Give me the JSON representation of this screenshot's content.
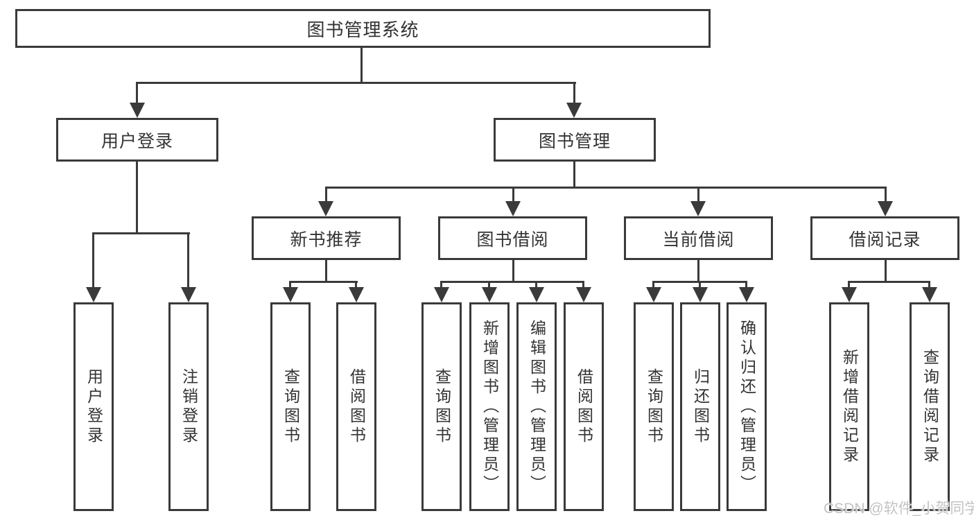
{
  "tree": {
    "root": {
      "label": "图书管理系统",
      "children": [
        {
          "label": "用户登录",
          "children": [
            {
              "label": "用户登录"
            },
            {
              "label": "注销登录"
            }
          ]
        },
        {
          "label": "图书管理",
          "children": [
            {
              "label": "新书推荐",
              "children": [
                {
                  "label": "查询图书"
                },
                {
                  "label": "借阅图书"
                }
              ]
            },
            {
              "label": "图书借阅",
              "children": [
                {
                  "label": "查询图书"
                },
                {
                  "label": "新增图书（管理员）"
                },
                {
                  "label": "编辑图书（管理员）"
                },
                {
                  "label": "借阅图书"
                }
              ]
            },
            {
              "label": "当前借阅",
              "children": [
                {
                  "label": "查询图书"
                },
                {
                  "label": "归还图书"
                },
                {
                  "label": "确认归还（管理员）"
                }
              ]
            },
            {
              "label": "借阅记录",
              "children": [
                {
                  "label": "新增借阅记录"
                },
                {
                  "label": "查询借阅记录"
                }
              ]
            }
          ]
        }
      ]
    }
  },
  "watermark": {
    "text": "CSDN @软件_小贺同学"
  },
  "colors": {
    "line": "#3a3a3a",
    "text": "#333333",
    "watermark": "#c3c3c3",
    "background": "#ffffff"
  }
}
